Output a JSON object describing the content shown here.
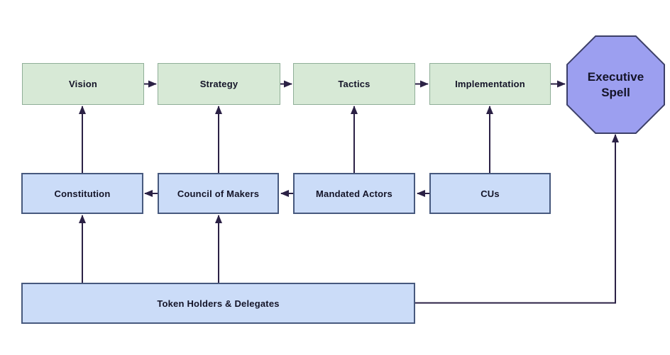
{
  "diagram": {
    "nodes": {
      "vision": {
        "label": "Vision",
        "type": "stage"
      },
      "strategy": {
        "label": "Strategy",
        "type": "stage"
      },
      "tactics": {
        "label": "Tactics",
        "type": "stage"
      },
      "implementation": {
        "label": "Implementation",
        "type": "stage"
      },
      "executive_spell": {
        "label": "Executive Spell",
        "type": "terminal-octagon"
      },
      "constitution": {
        "label": "Constitution",
        "type": "org"
      },
      "council_of_makers": {
        "label": "Council of Makers",
        "type": "org"
      },
      "mandated_actors": {
        "label": "Mandated Actors",
        "type": "org"
      },
      "cus": {
        "label": "CUs",
        "type": "org"
      },
      "token_holders": {
        "label": "Token Holders & Delegates",
        "type": "org"
      }
    },
    "edges": [
      {
        "from": "Vision",
        "to": "Strategy"
      },
      {
        "from": "Strategy",
        "to": "Tactics"
      },
      {
        "from": "Tactics",
        "to": "Implementation"
      },
      {
        "from": "Implementation",
        "to": "Executive Spell"
      },
      {
        "from": "Constitution",
        "to": "Vision"
      },
      {
        "from": "Council of Makers",
        "to": "Strategy"
      },
      {
        "from": "Mandated Actors",
        "to": "Tactics"
      },
      {
        "from": "CUs",
        "to": "Implementation"
      },
      {
        "from": "Council of Makers",
        "to": "Constitution"
      },
      {
        "from": "Mandated Actors",
        "to": "Council of Makers"
      },
      {
        "from": "CUs",
        "to": "Mandated Actors"
      },
      {
        "from": "Token Holders & Delegates",
        "to": "Constitution"
      },
      {
        "from": "Token Holders & Delegates",
        "to": "Council of Makers"
      },
      {
        "from": "Token Holders & Delegates",
        "to": "Executive Spell"
      }
    ],
    "colors": {
      "stage_fill": "#d7e9d6",
      "stage_border": "#8fae97",
      "org_fill": "#cbdcf8",
      "org_border": "#47597e",
      "octagon_fill": "#9c9ff0",
      "octagon_border": "#3c3f68",
      "arrow": "#2b2145",
      "text": "#141428",
      "background": "#ffffff"
    }
  }
}
